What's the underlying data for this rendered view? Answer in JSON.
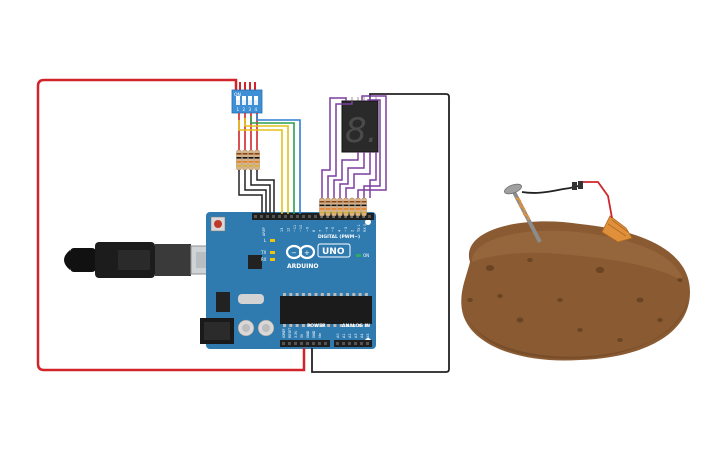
{
  "dip_switch": {
    "on_label": "ON",
    "numbers": [
      "1",
      "2",
      "3",
      "4"
    ]
  },
  "arduino": {
    "brand": "ARDUINO",
    "model": "UNO",
    "digital_label": "DIGITAL (PWM~)",
    "power_label": "POWER",
    "analog_label": "ANALOG IN",
    "aref_label": "AREF",
    "on_label": "ON",
    "tx_label": "TX",
    "rx_label": "RX",
    "l_label": "L",
    "digital_pins": [
      "13",
      "12",
      "~11",
      "~10",
      "~9",
      "8",
      "7",
      "~6",
      "~5",
      "4",
      "~3",
      "2",
      "TX 1",
      "RX 0"
    ],
    "power_pins": [
      "IOREF",
      "RESET",
      "3.3V",
      "5V",
      "GND",
      "GND",
      "Vin"
    ],
    "analog_pins": [
      "A0",
      "A1",
      "A2",
      "A3",
      "A4",
      "A5"
    ]
  },
  "display": {
    "digit": "8."
  },
  "colors": {
    "board": "#2f7bb0",
    "wire_red": "#d0242a",
    "wire_black": "#222222",
    "wire_purple": "#7b3fa0",
    "wire_yellow": "#e2c21a",
    "wire_green": "#2e9e4f",
    "wire_blue": "#2e7fd0",
    "potato": "#8a5b32"
  }
}
